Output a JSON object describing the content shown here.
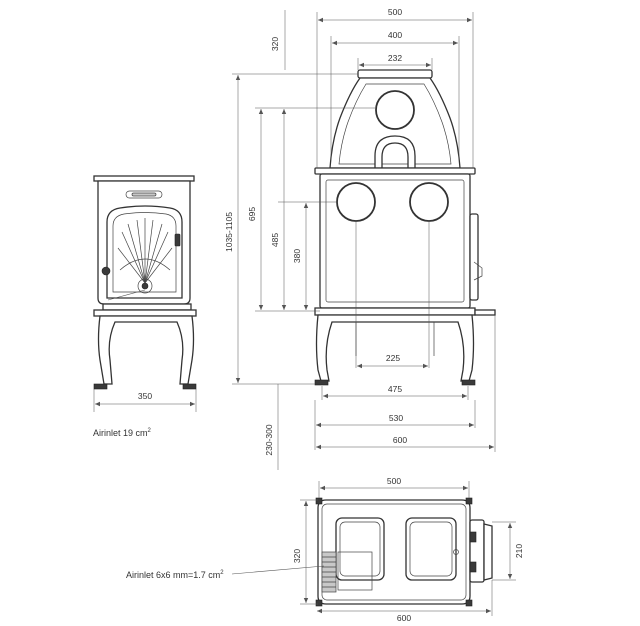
{
  "side_view": {
    "width_label": "350",
    "air_inlet_label": "Airinlet 19 cm",
    "air_inlet_sup": "2"
  },
  "front_view": {
    "top_clearance_label": "320",
    "overall_width_label": "500",
    "canopy_width_label": "400",
    "flue_width_label": "232",
    "total_height_label": "1035-1105",
    "body_height_label": "695",
    "outlet_height_label": "485",
    "rear_outlet_height_label": "380",
    "outlet_spacing_label": "225",
    "leg_span_label": "475",
    "body_width_label": "530",
    "base_width_label": "600",
    "leg_height_label": "230-300"
  },
  "plan_view": {
    "width_label": "500",
    "depth_label": "320",
    "side_depth_label": "210",
    "overall_width_label": "600",
    "air_inlet_label": "Airinlet 6x6 mm=1.7 cm",
    "air_inlet_sup": "2"
  },
  "colors": {
    "line": "#333333",
    "text": "#333333",
    "accent_grey": "#c8c8c8"
  }
}
